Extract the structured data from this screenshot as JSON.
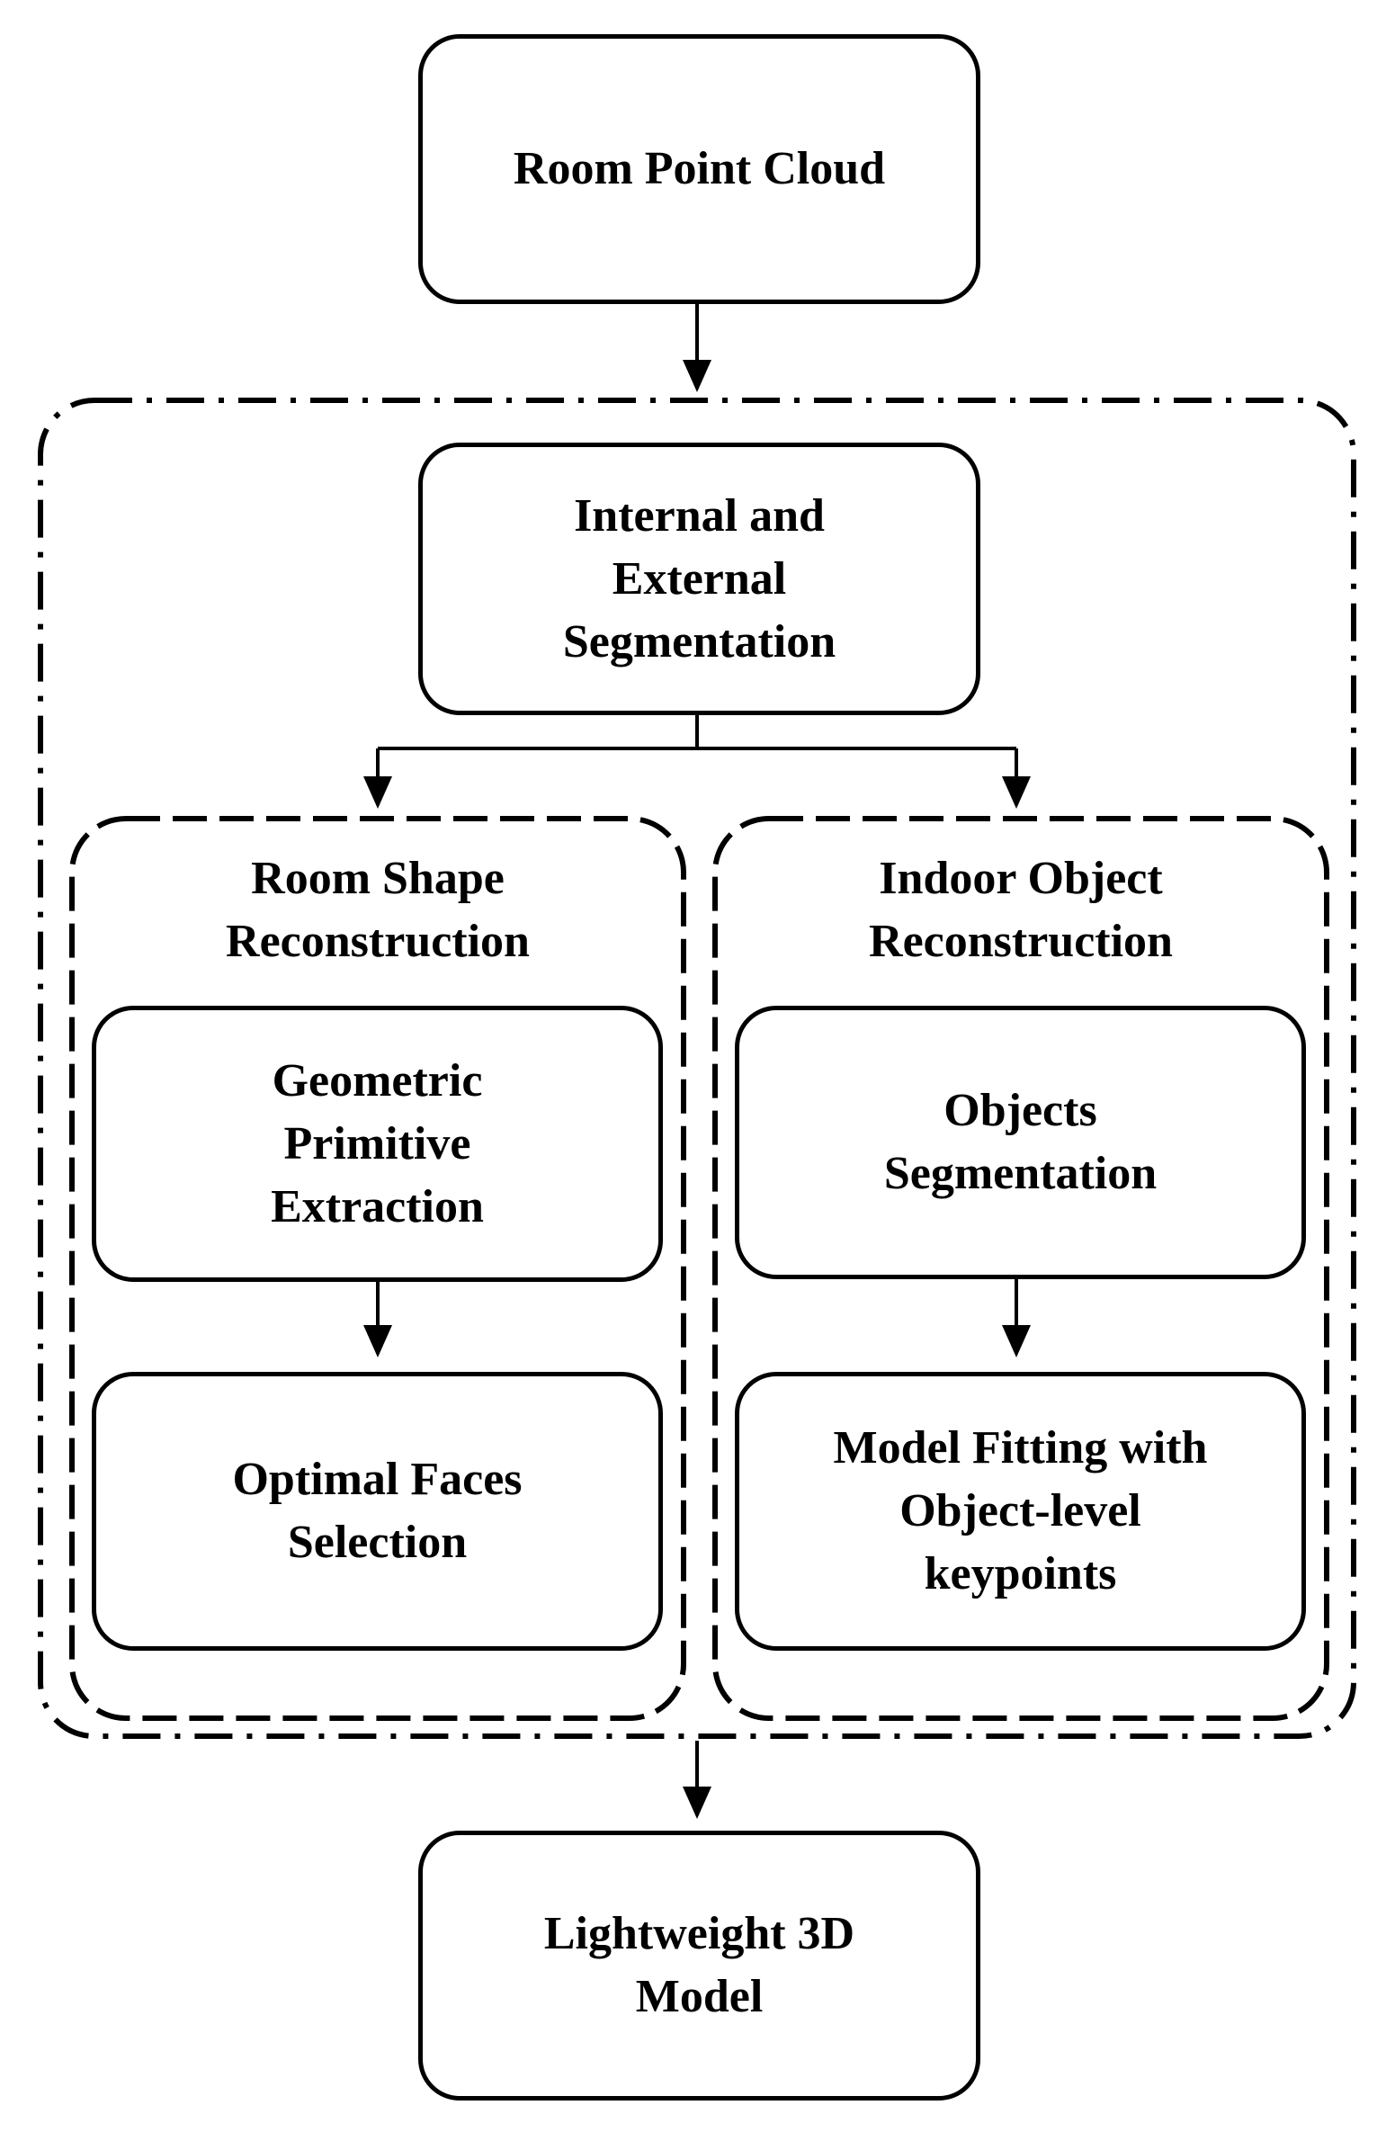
{
  "nodes": {
    "room_point_cloud": "Room Point Cloud",
    "segmentation": "Internal and\nExternal\nSegmentation",
    "geometric_primitive": "Geometric\nPrimitive\nExtraction",
    "optimal_faces": "Optimal Faces\nSelection",
    "objects_segmentation": "Objects\nSegmentation",
    "model_fitting": "Model Fitting with\nObject-level\nkeypoints",
    "lightweight_model": "Lightweight 3D\nModel"
  },
  "groups": {
    "room_shape": "Room Shape\nReconstruction",
    "indoor_object": "Indoor Object\nReconstruction"
  }
}
